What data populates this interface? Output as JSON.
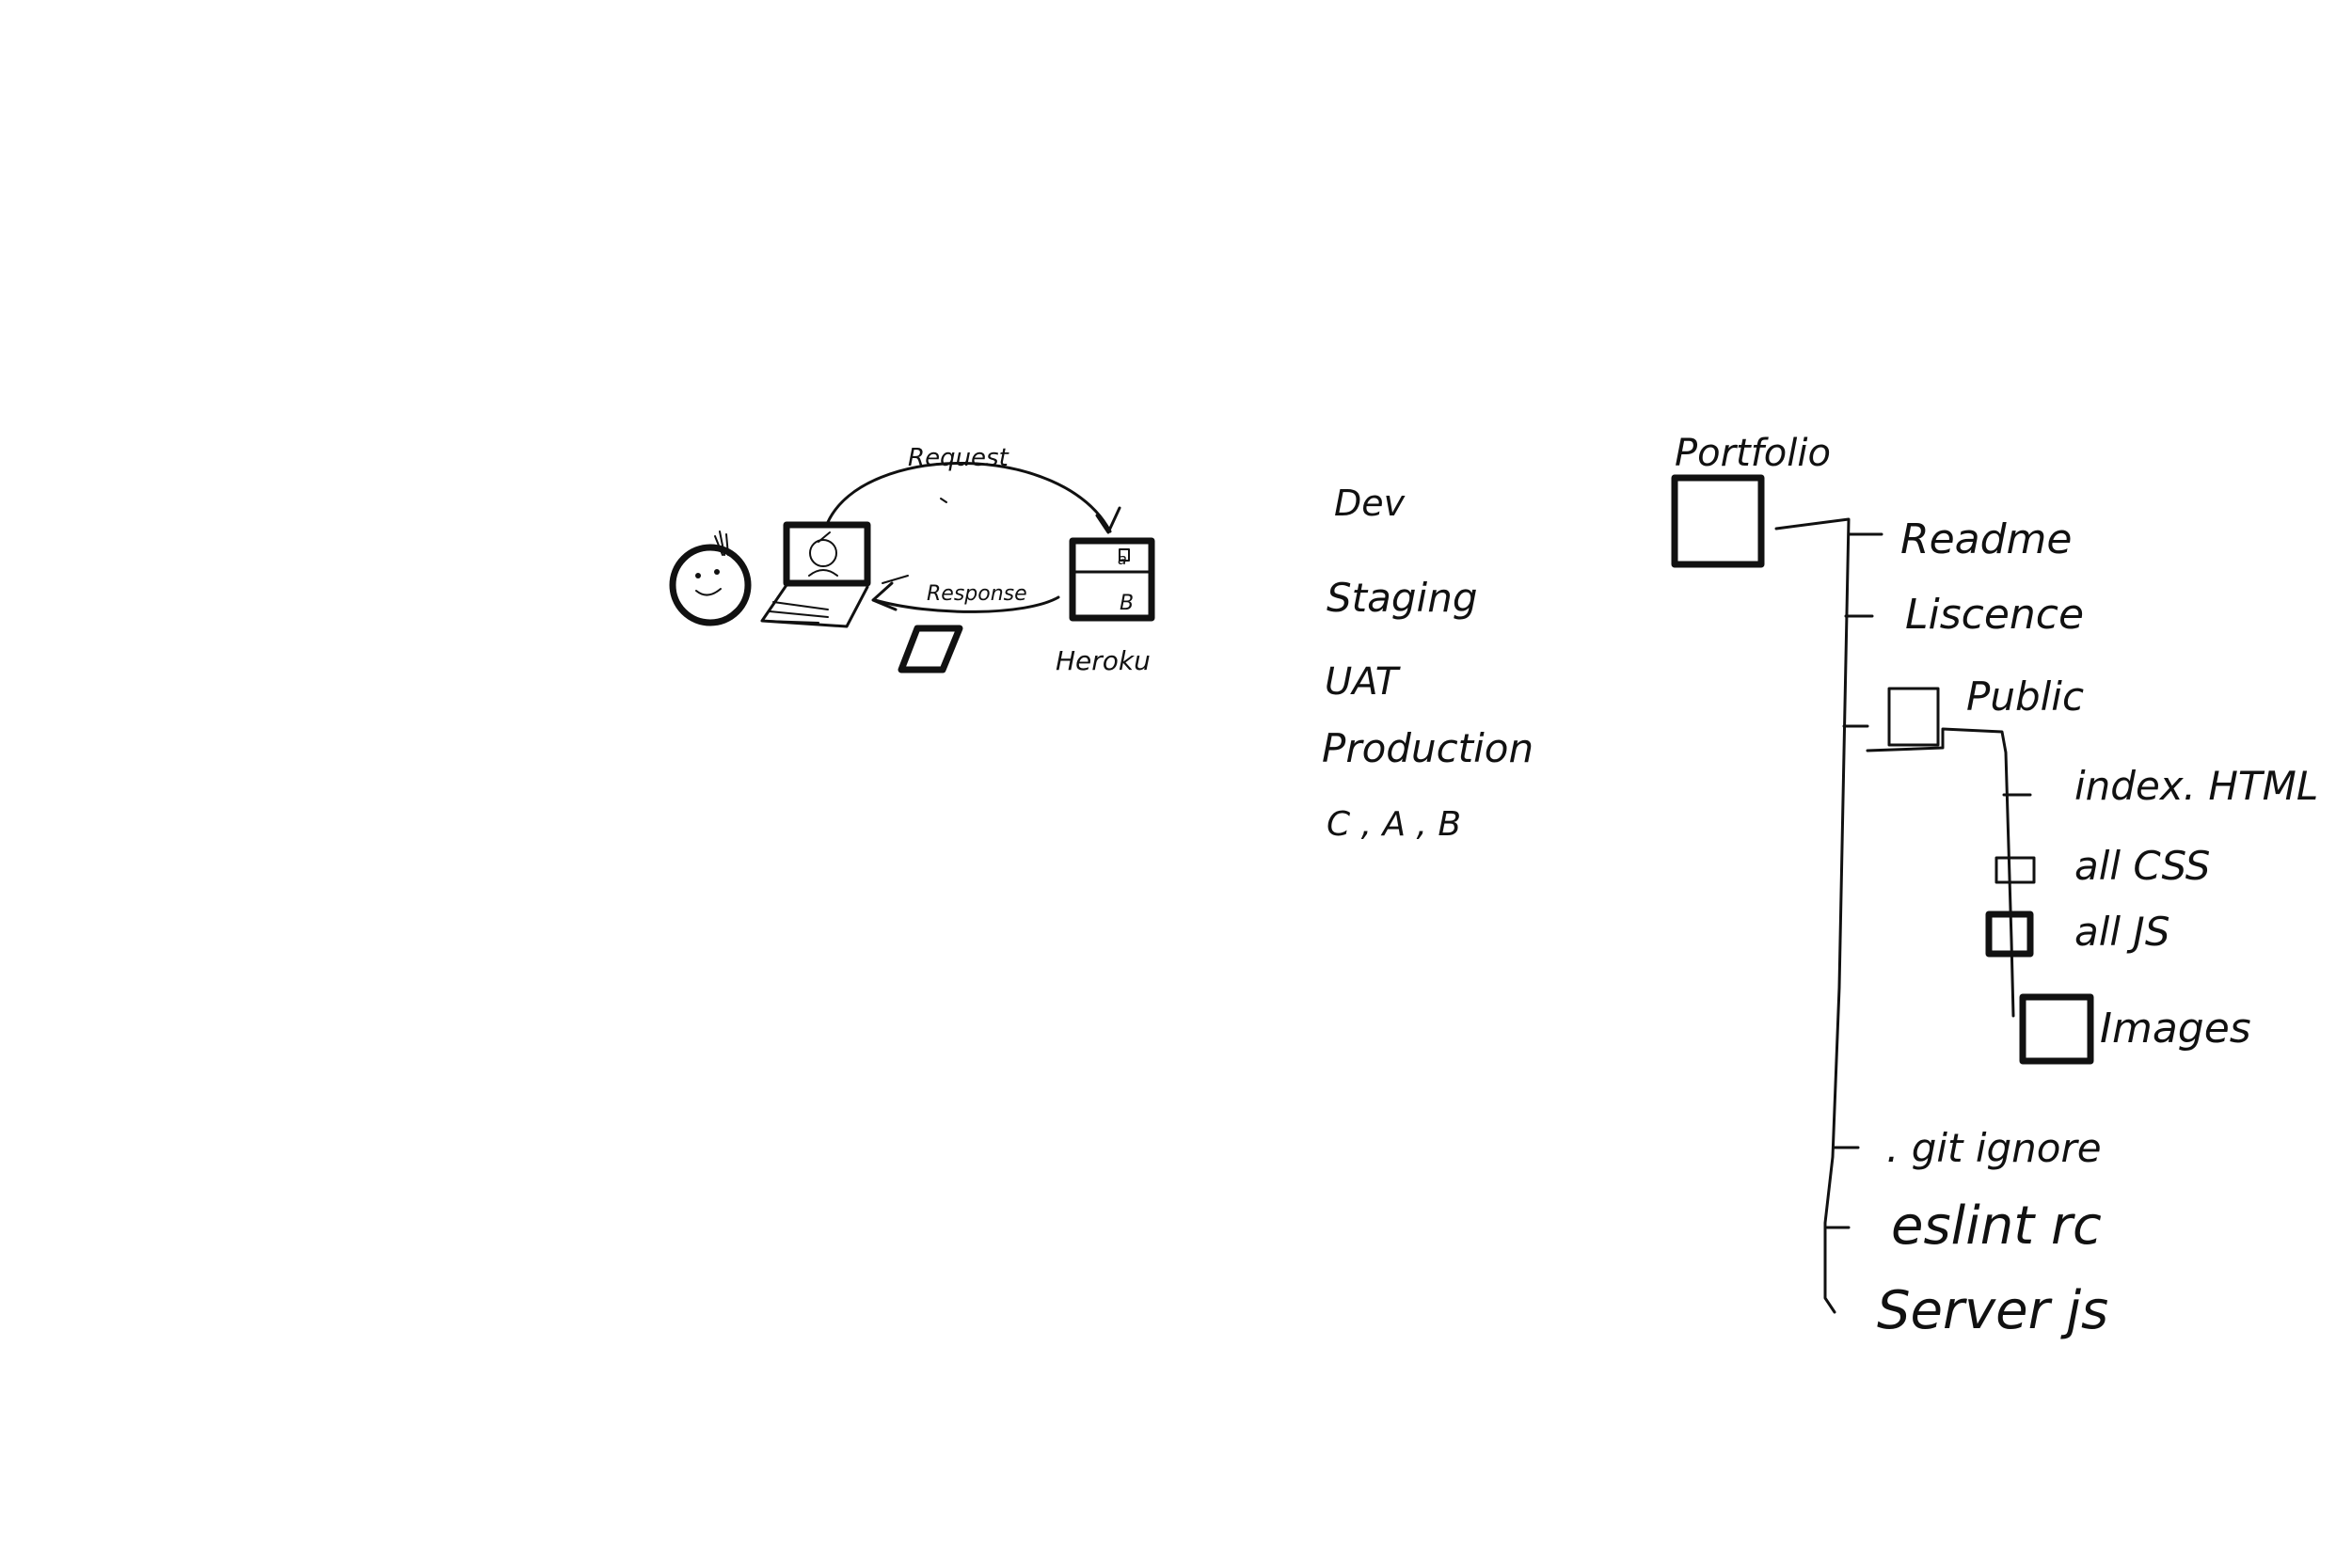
{
  "colors": {
    "ink": "#111111",
    "background": "#ffffff"
  },
  "network": {
    "request_label": "Request",
    "response_label": "Response",
    "server_label": "Heroku",
    "server_rows": [
      "a",
      "B"
    ]
  },
  "environments": {
    "items": [
      "Dev",
      "Staging",
      "UAT",
      "Production",
      "C , A , B"
    ]
  },
  "file_tree": {
    "root": "Portfolio",
    "items": {
      "readme": "Readme",
      "license": "Liscence",
      "public": "Public",
      "index_html": "index. HTML",
      "all_css": "all CSS",
      "all_js": "all JS",
      "images": "Images",
      "gitignore": ". git ignore",
      "eslintrc": "eslint rc",
      "server_js": "Server js"
    }
  }
}
